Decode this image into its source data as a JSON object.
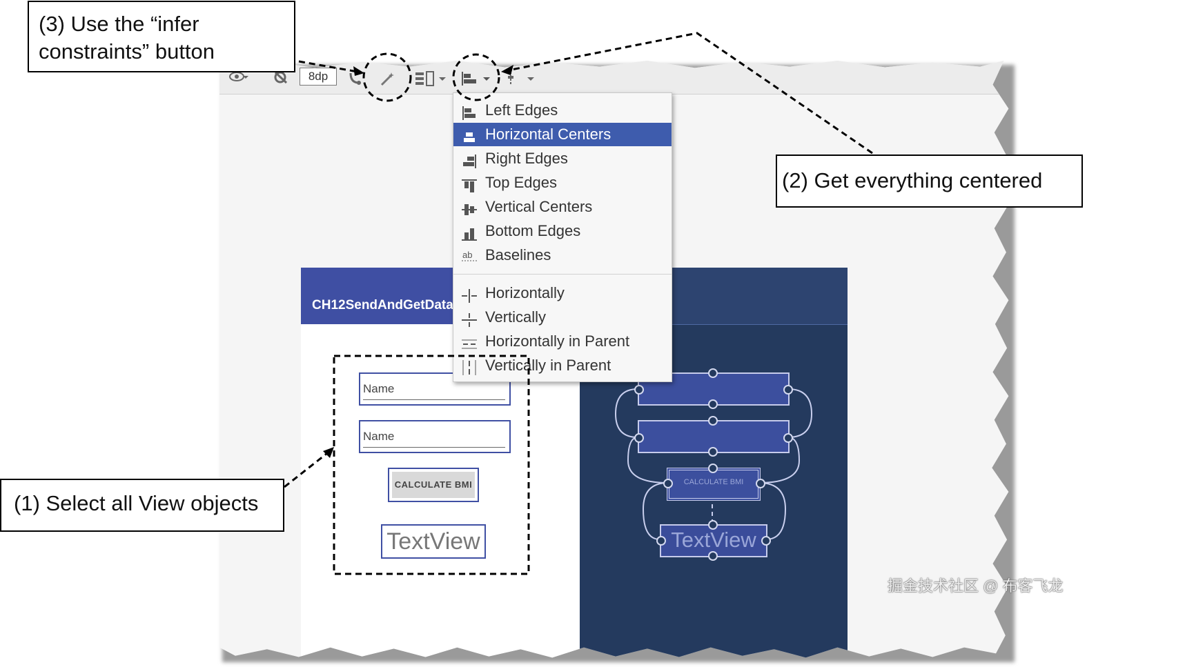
{
  "toolbar": {
    "margin_value": "8dp",
    "icons": [
      "eye-icon",
      "autoconnect-off-icon",
      "clear-constraints-icon",
      "infer-constraints-icon",
      "pack-icon",
      "align-icon",
      "guidelines-icon"
    ]
  },
  "align_menu": {
    "items": [
      {
        "label": "Left Edges",
        "icon": "align-left-edges-icon"
      },
      {
        "label": "Horizontal Centers",
        "icon": "align-horizontal-centers-icon",
        "selected": true
      },
      {
        "label": "Right Edges",
        "icon": "align-right-edges-icon"
      },
      {
        "label": "Top Edges",
        "icon": "align-top-edges-icon"
      },
      {
        "label": "Vertical Centers",
        "icon": "align-vertical-centers-icon"
      },
      {
        "label": "Bottom Edges",
        "icon": "align-bottom-edges-icon"
      },
      {
        "label": "Baselines",
        "icon": "baselines-icon"
      },
      {
        "label": "Horizontally",
        "icon": "center-horizontally-icon"
      },
      {
        "label": "Vertically",
        "icon": "center-vertically-icon"
      },
      {
        "label": "Horizontally in Parent",
        "icon": "center-horizontally-parent-icon"
      },
      {
        "label": "Vertically in Parent",
        "icon": "center-vertically-parent-icon"
      }
    ]
  },
  "design_view": {
    "app_title": "CH12SendAndGetData",
    "name_field_1": "Name",
    "name_field_2": "Name",
    "calculate_button": "CALCULATE BMI",
    "textview": "TextView"
  },
  "blueprint_view": {
    "calculate_button": "CALCULATE BMI",
    "textview": "TextView"
  },
  "callouts": {
    "step3": "(3) Use the “infer constraints” button",
    "step2": "(2) Get everything centered",
    "step1": "(1) Select all View objects"
  },
  "watermark": "掘金技术社区 @ 布客飞龙"
}
